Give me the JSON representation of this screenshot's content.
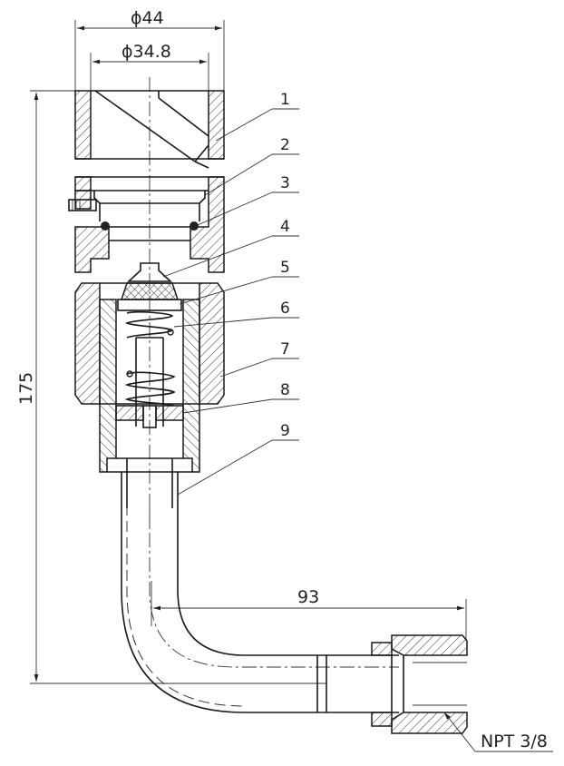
{
  "dimensions": {
    "outer_diameter": "ϕ44",
    "inner_diameter": "ϕ34.8",
    "overall_height": "175",
    "horizontal_reach": "93",
    "thread_spec": "NPT 3/8"
  },
  "balloons": [
    {
      "label": "1"
    },
    {
      "label": "2"
    },
    {
      "label": "3"
    },
    {
      "label": "4"
    },
    {
      "label": "5"
    },
    {
      "label": "6"
    },
    {
      "label": "7"
    },
    {
      "label": "8"
    },
    {
      "label": "9"
    }
  ]
}
